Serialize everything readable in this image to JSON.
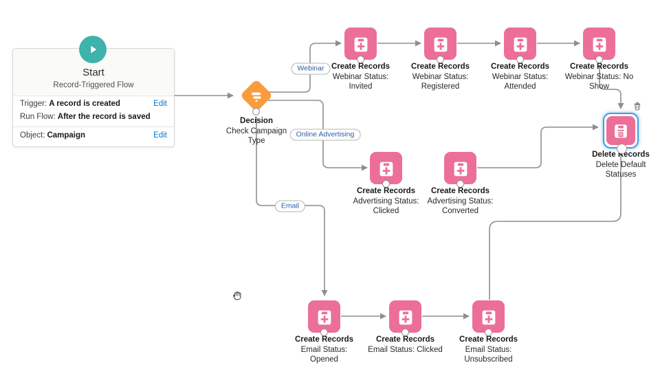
{
  "start": {
    "title": "Start",
    "subtitle": "Record-Triggered Flow",
    "trigger_label": "Trigger:",
    "trigger_value": "A record is created",
    "run_flow_label": "Run Flow:",
    "run_flow_value": "After the record is saved",
    "object_label": "Object:",
    "object_value": "Campaign",
    "edit_label": "Edit"
  },
  "decision": {
    "title": "Decision",
    "lines": [
      "Check Campaign",
      "Type"
    ]
  },
  "branches": {
    "webinar": "Webinar",
    "online_advertising": "Online Advertising",
    "email": "Email"
  },
  "create_nodes": [
    {
      "title": "Create Records",
      "lines": [
        "Webinar Status:",
        "Invited"
      ]
    },
    {
      "title": "Create Records",
      "lines": [
        "Webinar Status:",
        "Registered"
      ]
    },
    {
      "title": "Create Records",
      "lines": [
        "Webinar Status:",
        "Attended"
      ]
    },
    {
      "title": "Create Records",
      "lines": [
        "Webinar Status: No",
        "Show"
      ]
    },
    {
      "title": "Create Records",
      "lines": [
        "Advertising Status:",
        "Clicked"
      ]
    },
    {
      "title": "Create Records",
      "lines": [
        "Advertising Status:",
        "Converted"
      ]
    },
    {
      "title": "Create Records",
      "lines": [
        "Email Status:",
        "Opened"
      ]
    },
    {
      "title": "Create Records",
      "lines": [
        "Email Status: Clicked"
      ]
    },
    {
      "title": "Create Records",
      "lines": [
        "Email Status:",
        "Unsubscribed"
      ]
    }
  ],
  "delete_node": {
    "title": "Delete Records",
    "lines": [
      "Delete Default",
      "Statuses"
    ]
  },
  "colors": {
    "create_icon_pink": "#ec6f97",
    "decision_orange": "#fa9c3d",
    "start_teal": "#3fb2ab",
    "connector_gray": "#8e8e8e",
    "edit_link_blue": "#0176d3",
    "branch_label_blue": "#2b5da9",
    "selection_blue": "#459be4"
  }
}
